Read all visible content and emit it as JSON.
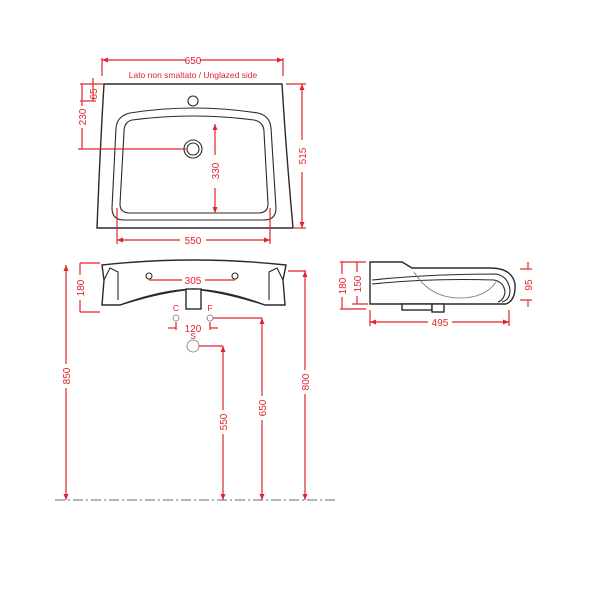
{
  "colors": {
    "dimension": "#e0242b",
    "outline": "#2a2a2a",
    "background": "#ffffff"
  },
  "top_view": {
    "label": "Lato non smaltato / Unglazed side",
    "width": "650",
    "depth": "515",
    "bowl_width": "550",
    "bowl_depth": "330",
    "tap_hole_offset": "65",
    "drain_offset": "230"
  },
  "front_view": {
    "height": "180",
    "fixing_spacing": "305",
    "waste_spacing": "120",
    "connection_labels": {
      "cold": "C",
      "hot": "F",
      "waste": "S"
    },
    "floor_to_top": "850",
    "floor_to_waste": "550",
    "floor_to_supply": "650",
    "floor_to_fixing": "800"
  },
  "side_view": {
    "height": "180",
    "inner_height": "150",
    "front_height": "95",
    "projection": "495"
  }
}
